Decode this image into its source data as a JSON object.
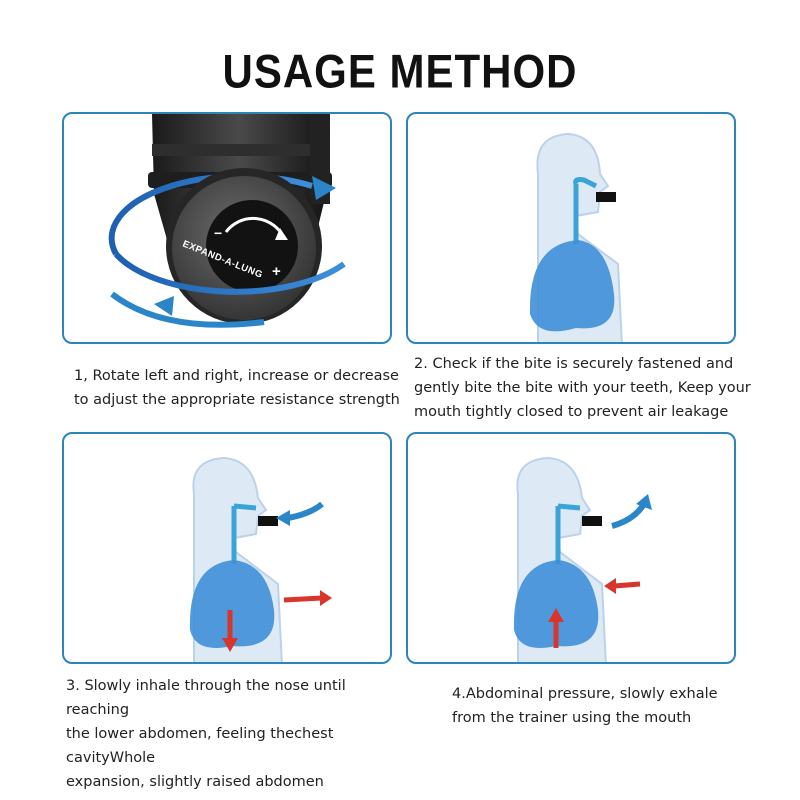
{
  "page": {
    "title": "USAGE METHOD"
  },
  "steps": [
    {
      "caption": "1, Rotate left and right, increase or  decrease\nto adjust the appropriate resistance strength",
      "knob_label": "EXPAND-A-LUNG",
      "minus": "−",
      "plus": "+"
    },
    {
      "caption": "2. Check if the bite is securely fastened and\ngently bite the bite with your teeth, Keep your\nmouth tightly closed to prevent air leakage"
    },
    {
      "caption": "3. Slowly inhale through the nose until reaching\nthe lower abdomen, feeling thechest cavityWhole\nexpansion, slightly raised abdomen"
    },
    {
      "caption": "4.Abdominal pressure, slowly exhale\nfrom the trainer using the mouth"
    }
  ],
  "colors": {
    "frame": "#2a86b8",
    "lung": "#3f8fd8",
    "arrow_blue": "#2a86c8",
    "arrow_red": "#d8362c",
    "body": "#ddeaf6"
  },
  "icons": [
    "rotate-arrow-icon",
    "inhale-arrow-icon",
    "exhale-arrow-icon",
    "pressure-arrow-icon"
  ]
}
